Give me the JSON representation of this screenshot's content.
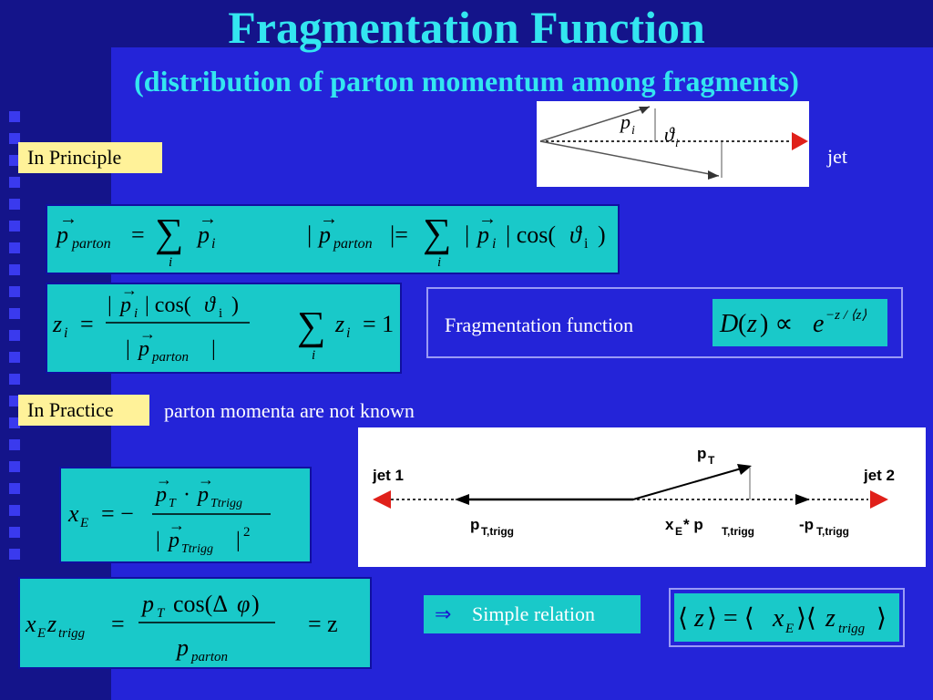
{
  "slide": {
    "title": "Fragmentation Function",
    "subtitle": "(distribution of parton momentum among fragments)",
    "in_principle_label": "In Principle",
    "in_practice_label": "In Practice",
    "practice_note": "parton momenta are not known",
    "jet_label": "jet",
    "frag_function_label": "Fragmentation function",
    "simple_relation_label": "Simple relation",
    "arrow_symbol": "⇒"
  },
  "diagram1": {
    "p_label": "p",
    "p_sub": "i",
    "angle_label": "ϑ",
    "angle_sub": "i"
  },
  "diagram2": {
    "jet1": "jet 1",
    "jet2": "jet 2",
    "pt": "p",
    "pt_sub": "T",
    "pt_trigg": "p",
    "pt_trigg_sub": "T,trigg",
    "xe_mid": "x",
    "xe_sub": "E",
    "xe_star": " * p",
    "xe_trigg_sub": "T,trigg",
    "neg_pt": "-p",
    "neg_pt_sub": "T,trigg"
  },
  "colors": {
    "background": "#2424d8",
    "title": "#33e6f0",
    "formula_box": "#19c9c9",
    "label_box": "#fff299",
    "jet_arrow": "#e0201a"
  }
}
